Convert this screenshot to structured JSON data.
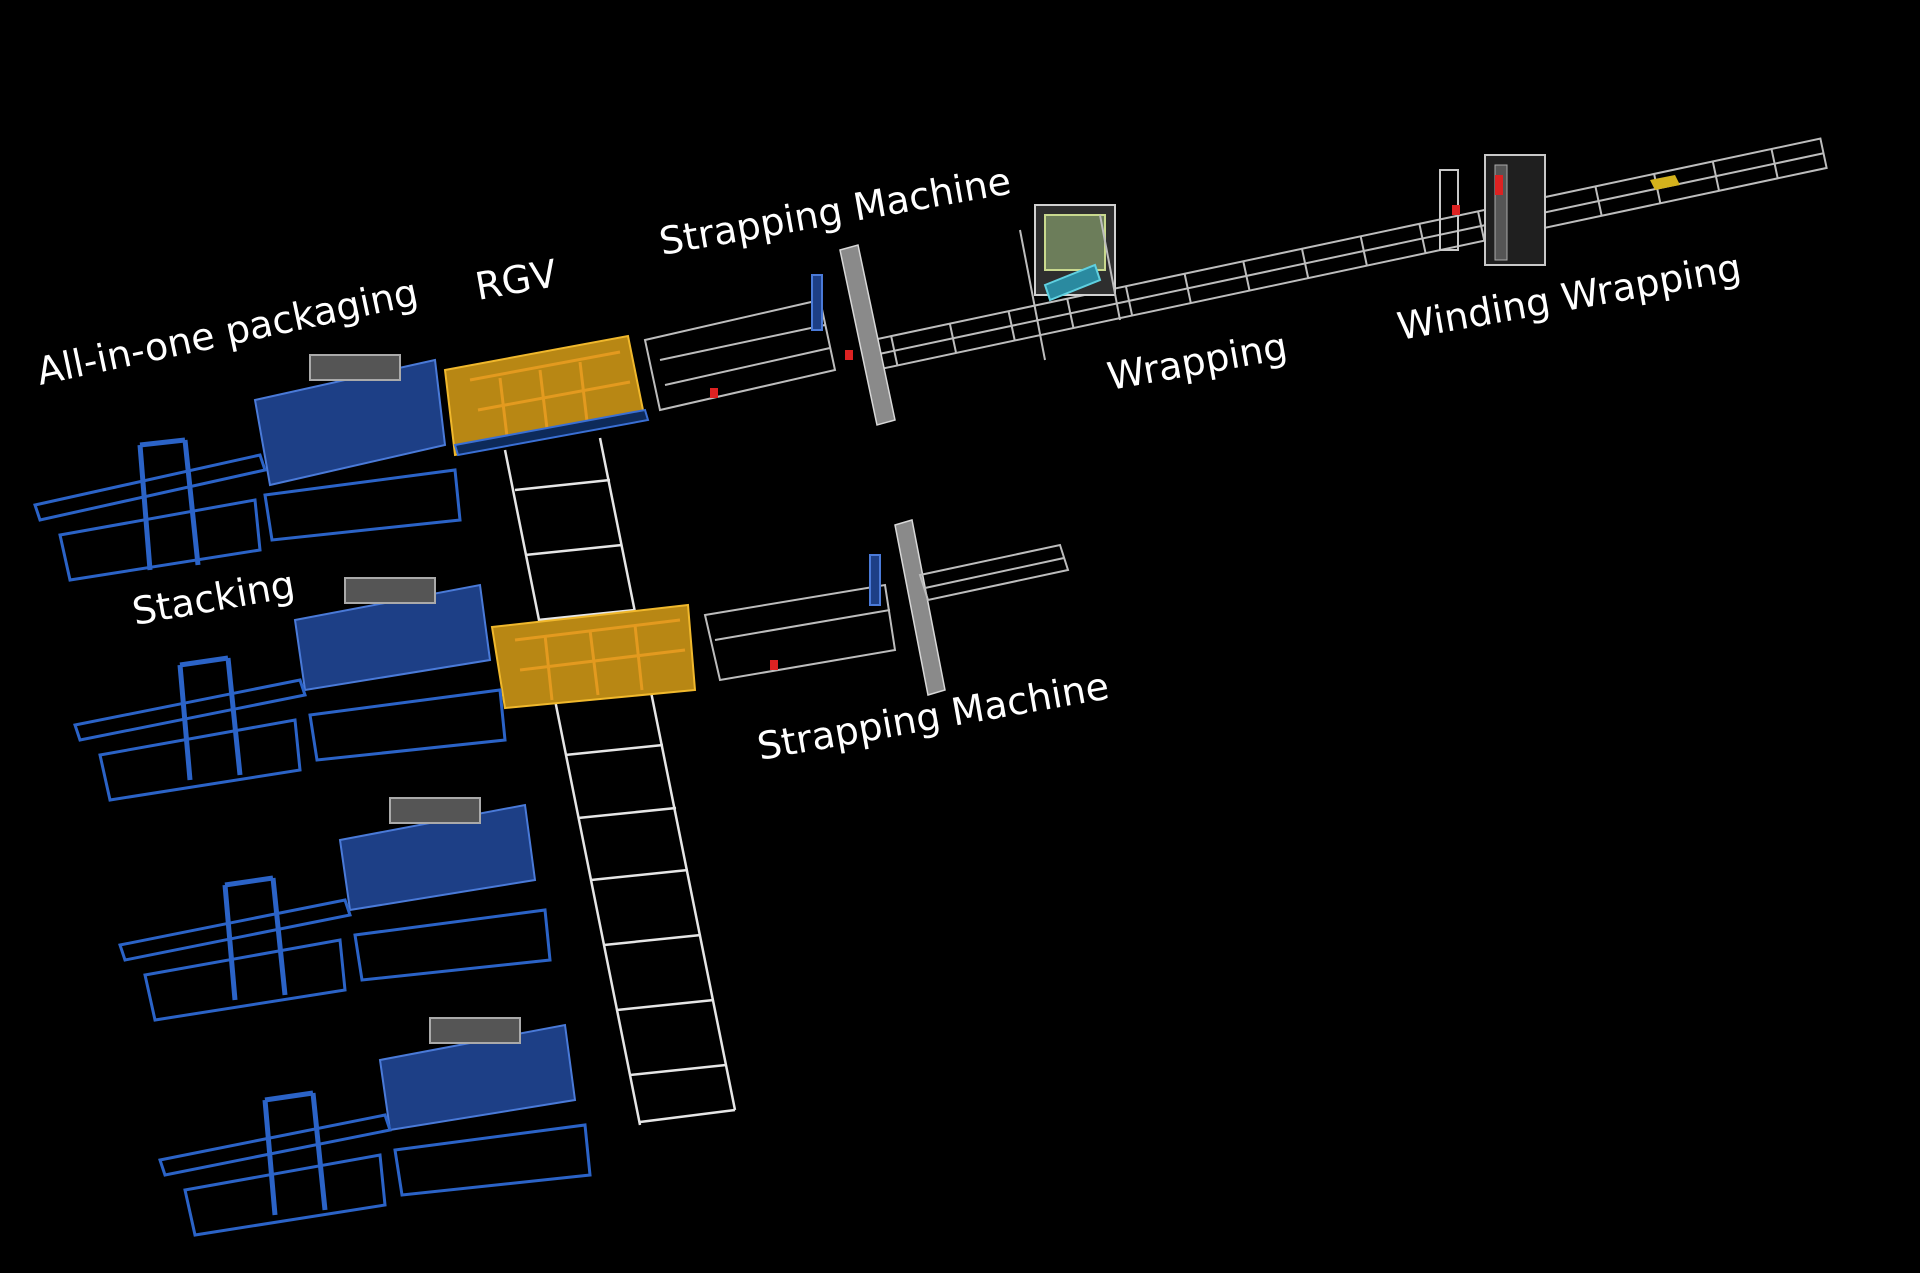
{
  "labels": {
    "all_in_one": "All-in-one packaging",
    "rgv": "RGV",
    "strapping_top": "Strapping Machine",
    "wrapping": "Wrapping",
    "winding_wrapping": "Winding Wrapping",
    "stacking": "Stacking",
    "strapping_bottom": "Strapping Machine"
  },
  "colors": {
    "background": "#000000",
    "text": "#ffffff",
    "machine_blue": "#2b63c7",
    "rgv_orange": "#e39a1f",
    "conveyor_steel": "#bdbdbd"
  }
}
